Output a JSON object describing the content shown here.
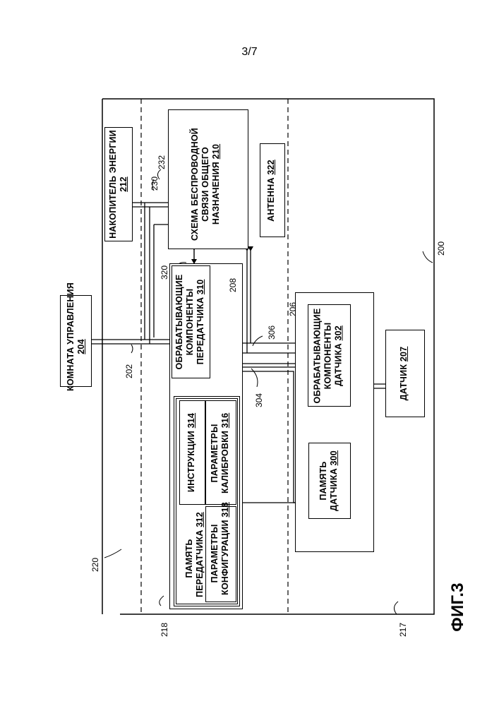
{
  "page_number": "3/7",
  "figure_label": "ФИГ.3",
  "boxes": {
    "control_room": {
      "text": "КОМНАТА УПРАВЛЕНИЯ",
      "num": "204"
    },
    "energy_storage": {
      "text": "НАКОПИТЕЛЬ ЭНЕРГИИ",
      "num": "212"
    },
    "wireless": {
      "line1": "СХЕМА БЕСПРОВОДНОЙ",
      "line2": "СВЯЗИ ОБЩЕГО",
      "line3": "НАЗНАЧЕНИЯ",
      "num": "210"
    },
    "antenna": {
      "text": "АНТЕННА",
      "num": "322"
    },
    "transmitter_proc": {
      "line1": "ОБРАБАТЫВАЮЩИЕ",
      "line2": "КОМПОНЕНТЫ",
      "line3": "ПЕРЕДАТЧИКА",
      "num": "310"
    },
    "transmitter_mem": {
      "line1": "ПАМЯТЬ",
      "line2": "ПЕРЕДАТЧИКА",
      "num": "312"
    },
    "instructions": {
      "text": "ИНСТРУКЦИИ",
      "num": "314"
    },
    "calibration": {
      "line1": "ПАРАМЕТРЫ",
      "line2": "КАЛИБРОВКИ",
      "num": "316"
    },
    "configuration": {
      "line1": "ПАРАМЕТРЫ",
      "line2": "КОНФИГУРАЦИИ",
      "num": "318"
    },
    "sensor_proc": {
      "line1": "ОБРАБАТЫВАЮЩИЕ",
      "line2": "КОМПОНЕНТЫ",
      "line3": "ДАТЧИКА",
      "num": "302"
    },
    "sensor_mem": {
      "line1": "ПАМЯТЬ",
      "line2": "ДАТЧИКА",
      "num": "300"
    },
    "sensor": {
      "text": "ДАТЧИК",
      "num": "207"
    }
  },
  "refs": {
    "r200": "200",
    "r202": "202",
    "r206": "206",
    "r208": "208",
    "r217": "217",
    "r218": "218",
    "r220": "220",
    "r230": "230",
    "r232": "232",
    "r304": "304",
    "r306": "306",
    "r320": "320"
  }
}
